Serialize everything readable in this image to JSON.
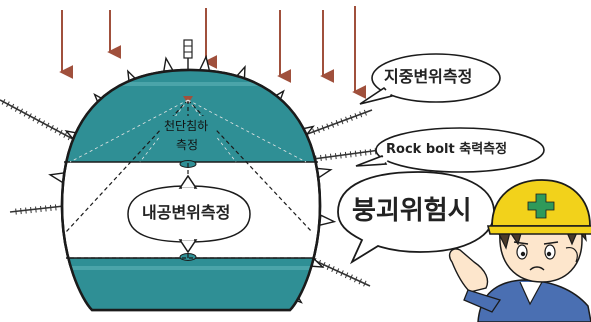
{
  "labels": {
    "crown_settlement_line1": "천단침하",
    "crown_settlement_line2": "측정",
    "convergence": "내공변위측정",
    "ground_displacement": "지중변위측정",
    "rockbolt_axial": "Rock bolt 축력측정",
    "collapse_risk": "붕괴위험시"
  },
  "colors": {
    "tunnel_fill": "#2f8f95",
    "tunnel_outline": "#1b1b1b",
    "load_arrow": "#a0503c",
    "helmet": "#f2d21b",
    "helmet_mark": "#2f9a5a",
    "uniform": "#4a6fb2"
  }
}
